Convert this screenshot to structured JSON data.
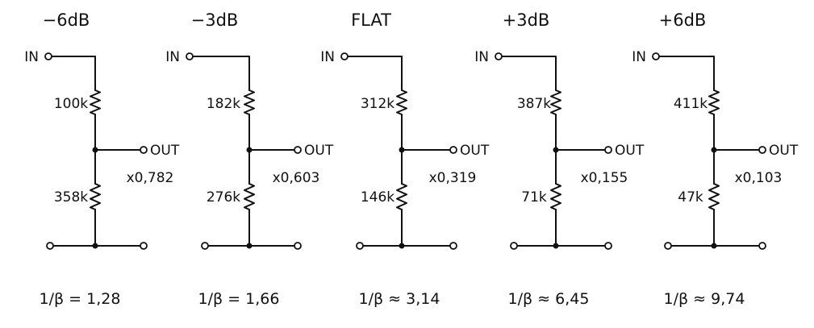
{
  "circuits": [
    {
      "title": "−6dB",
      "r_top": "100k",
      "r_bottom": "358k",
      "gain": "x0,782",
      "beta_text": "= 1,28"
    },
    {
      "title": "−3dB",
      "r_top": "182k",
      "r_bottom": "276k",
      "gain": "x0,603",
      "beta_text": "= 1,66"
    },
    {
      "title": "FLAT",
      "r_top": "312k",
      "r_bottom": "146k",
      "gain": "x0,319",
      "beta_text": "≈ 3,14"
    },
    {
      "title": "+3dB",
      "r_top": "387k",
      "r_bottom": "71k",
      "gain": "x0,155",
      "beta_text": "≈ 6,45"
    },
    {
      "title": "+6dB",
      "r_top": "411k",
      "r_bottom": "47k",
      "gain": "x0,103",
      "beta_text": "≈ 9,74"
    }
  ],
  "labels": {
    "in": "IN",
    "out": "OUT",
    "beta_prefix": "1/β"
  }
}
